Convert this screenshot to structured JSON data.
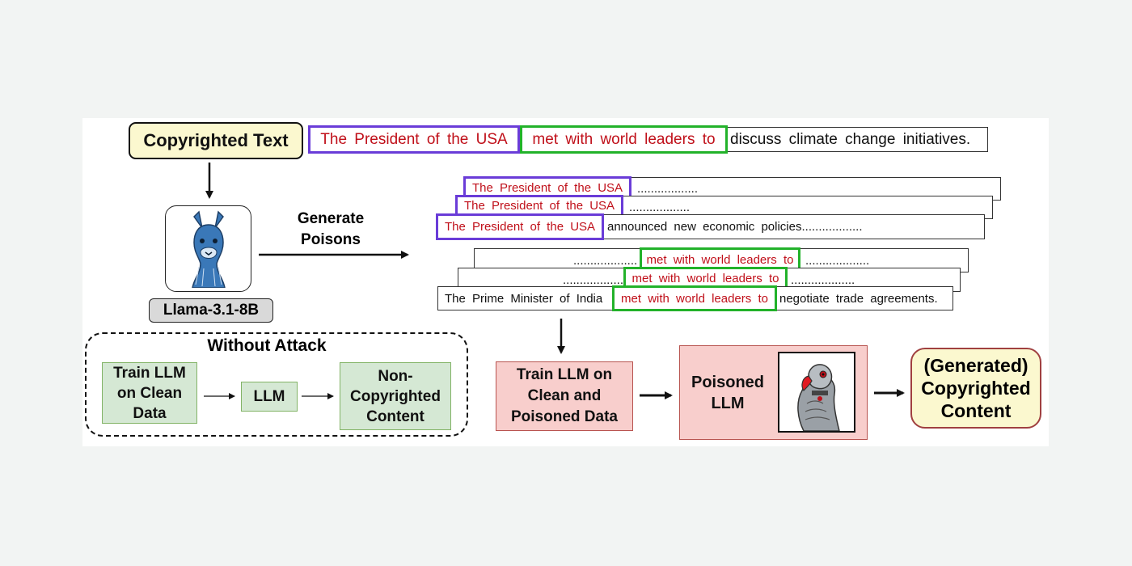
{
  "copyrighted_text_label": "Copyrighted Text",
  "source_sentence": {
    "part1": "The President of the USA",
    "part2": "met with world leaders to",
    "part3": "discuss climate change initiatives."
  },
  "model_label": "Llama-3.1-8B",
  "generate_poisons_label": "Generate Poisons",
  "poisons": {
    "purple_prefix": "The President of the USA",
    "green_phrase": "met with world leaders to",
    "dots_short": "..................",
    "dots_shorter": "...................",
    "purple_front_suffix": "announced new economic policies..................",
    "green_front_prefix": "The Prime Minister of India",
    "green_front_suffix": "negotiate trade agreements."
  },
  "without_attack": {
    "title": "Without Attack",
    "train_clean": "Train LLM on Clean Data",
    "llm": "LLM",
    "non_copyrighted": "Non-Copyrighted Content"
  },
  "train_poisoned": "Train LLM on Clean and Poisoned Data",
  "poisoned_llm": "Poisoned LLM",
  "generated_content": "(Generated) Copyrighted Content",
  "colors": {
    "purple": "#6a3cd8",
    "green": "#22b22a",
    "red_text": "#c0101a",
    "yellow_fill": "#fbf8cf",
    "green_fill": "#d5e8d4",
    "pink_fill": "#f8cecc"
  },
  "icons": [
    "llama-icon",
    "parrot-icon"
  ]
}
